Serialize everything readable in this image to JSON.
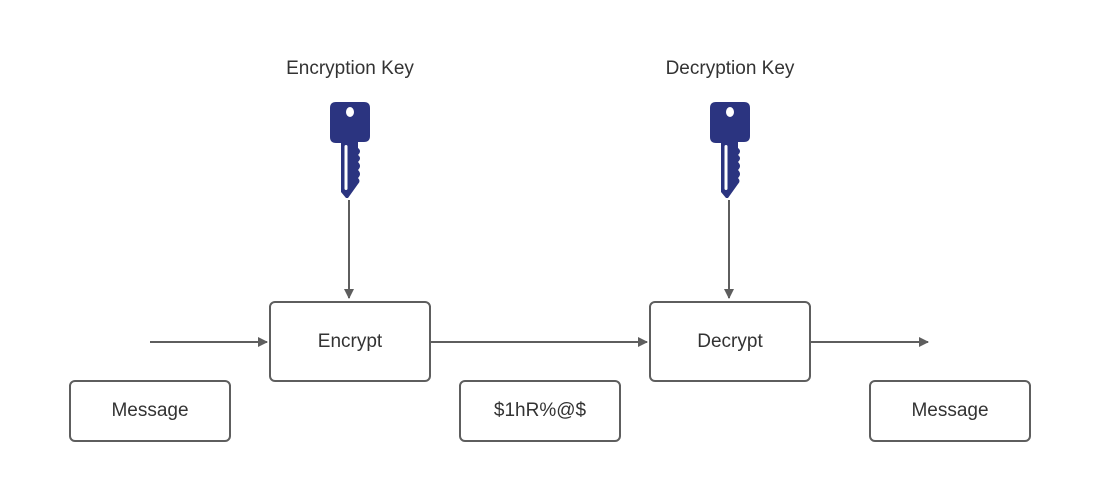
{
  "colors": {
    "key": "#2b3480",
    "stroke": "#5e5e5e",
    "text": "#333333"
  },
  "keys": [
    {
      "label": "Encryption Key",
      "icon": "key-icon"
    },
    {
      "label": "Decryption Key",
      "icon": "key-icon"
    }
  ],
  "process": {
    "encrypt": "Encrypt",
    "decrypt": "Decrypt"
  },
  "data_boxes": {
    "plaintext_in": "Message",
    "ciphertext": "$1hR%@$",
    "plaintext_out": "Message"
  }
}
